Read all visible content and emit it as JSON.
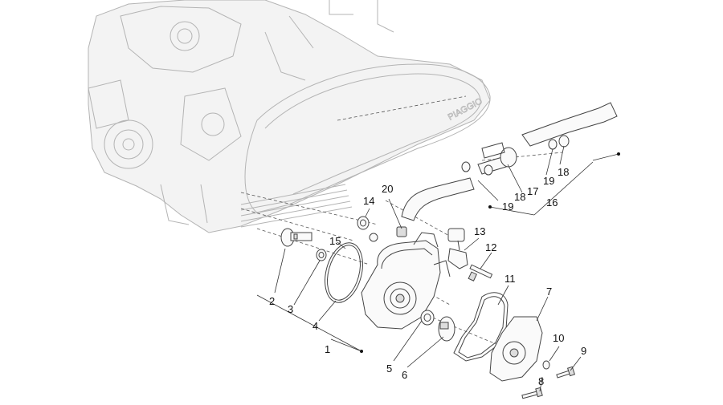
{
  "callouts": [
    {
      "id": "c1",
      "text": "1"
    },
    {
      "id": "c2",
      "text": "2"
    },
    {
      "id": "c3",
      "text": "3"
    },
    {
      "id": "c4",
      "text": "4"
    },
    {
      "id": "c5",
      "text": "5"
    },
    {
      "id": "c6",
      "text": "6"
    },
    {
      "id": "c7",
      "text": "7"
    },
    {
      "id": "c8",
      "text": "8"
    },
    {
      "id": "c9",
      "text": "9"
    },
    {
      "id": "c10",
      "text": "10"
    },
    {
      "id": "c11",
      "text": "11"
    },
    {
      "id": "c12",
      "text": "12"
    },
    {
      "id": "c13",
      "text": "13"
    },
    {
      "id": "c14",
      "text": "14"
    },
    {
      "id": "c15",
      "text": "15"
    },
    {
      "id": "c16",
      "text": "16"
    },
    {
      "id": "c17",
      "text": "17"
    },
    {
      "id": "c18a",
      "text": "18"
    },
    {
      "id": "c18b",
      "text": "18"
    },
    {
      "id": "c19a",
      "text": "19"
    },
    {
      "id": "c19b",
      "text": "19"
    },
    {
      "id": "c20",
      "text": "20"
    }
  ],
  "engine_logo_text": "PIAGGIO"
}
